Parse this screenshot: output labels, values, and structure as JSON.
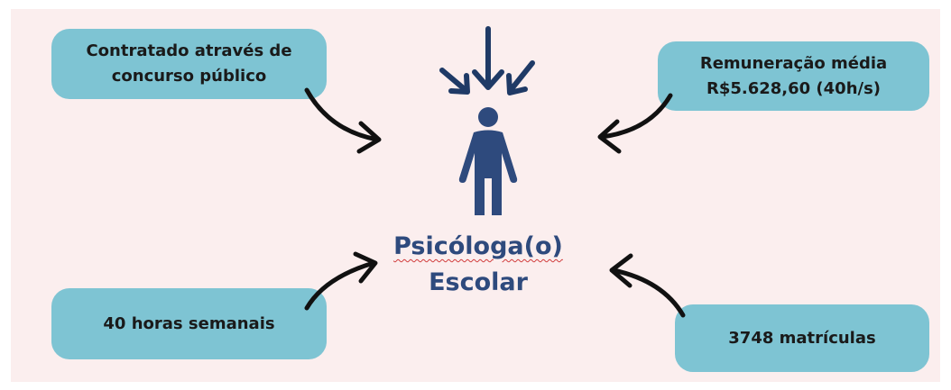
{
  "boxes": {
    "top_left": [
      "Contratado através de",
      "concurso público"
    ],
    "top_right": [
      "Remuneração média",
      "R$5.628,60 (40h/s)"
    ],
    "bottom_left": "40 horas semanais",
    "bottom_right": "3748 matrículas"
  },
  "center": {
    "line1": "Psicóloga(o)",
    "line2": "Escolar",
    "icon": "person-icon"
  },
  "colors": {
    "background": "#fbeeee",
    "box": "#7ec4d3",
    "title": "#2e4a7d",
    "icon": "#2e4a7d",
    "arrow": "#111111"
  }
}
